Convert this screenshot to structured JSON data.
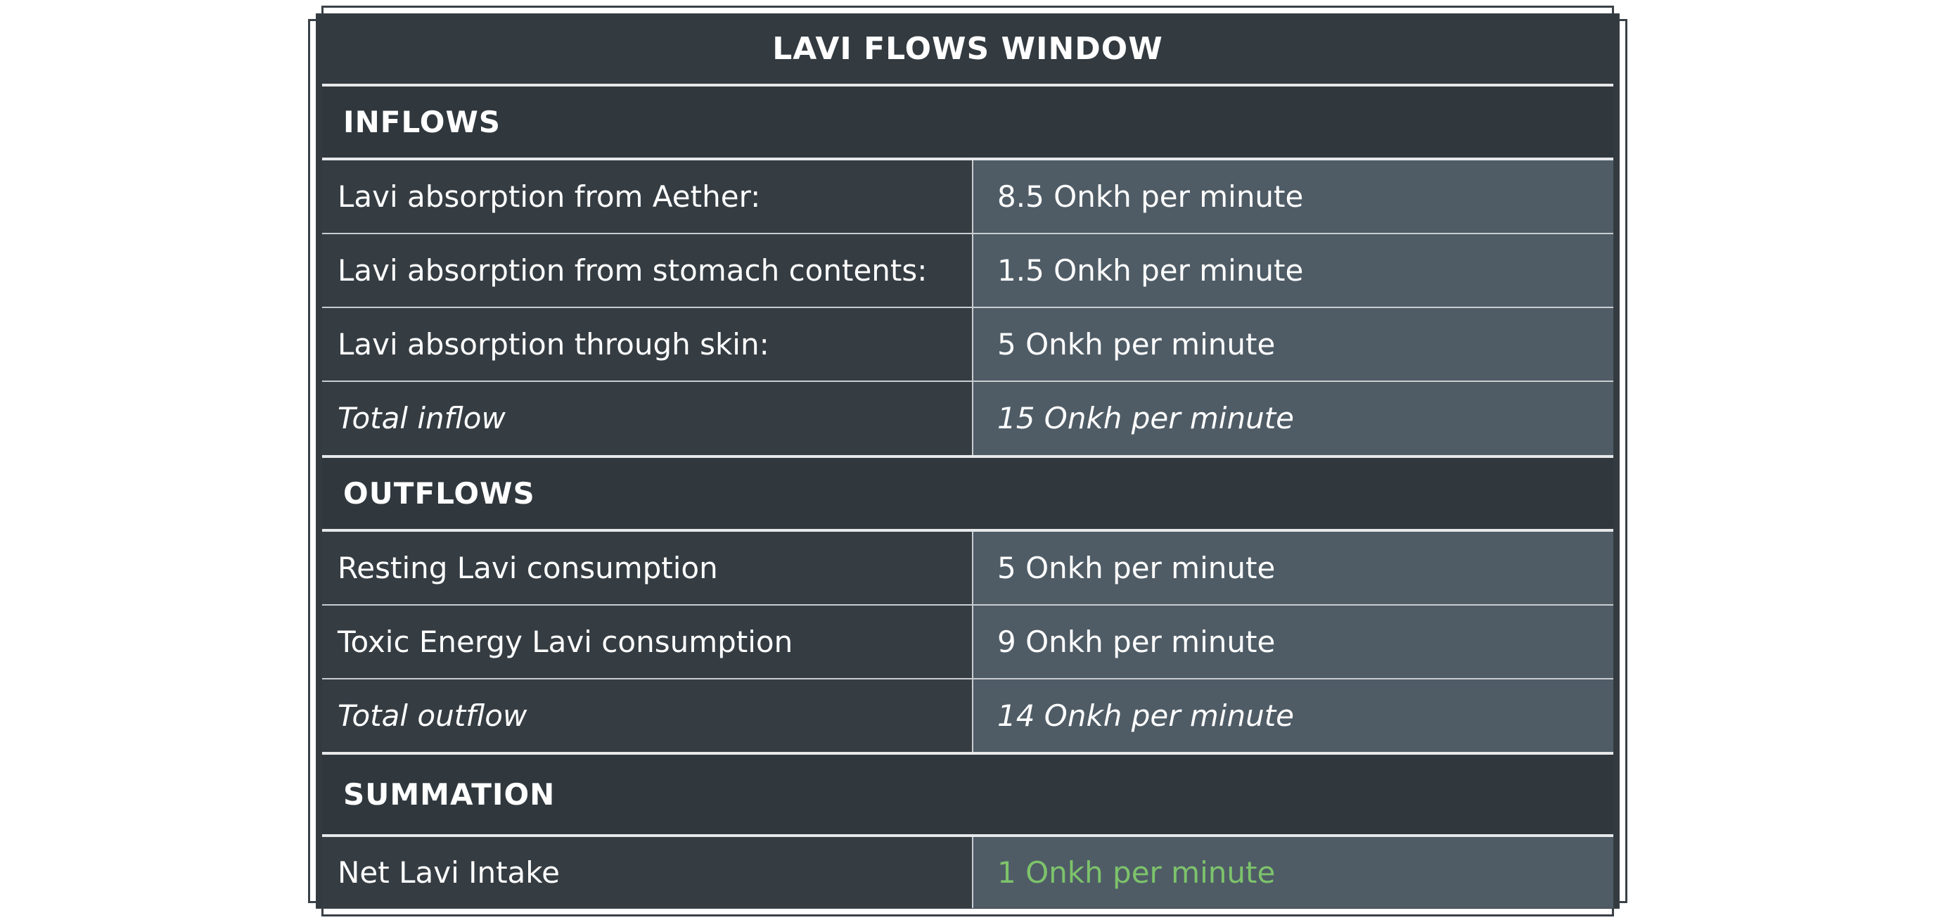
{
  "window": {
    "title": "LAVI FLOWS WINDOW"
  },
  "inflows": {
    "header": "INFLOWS",
    "rows": [
      {
        "label": "Lavi absorption from Aether:",
        "value": "8.5 Onkh per minute"
      },
      {
        "label": "Lavi absorption from stomach contents:",
        "value": "1.5 Onkh per minute"
      },
      {
        "label": "Lavi absorption through skin:",
        "value": "5 Onkh per minute"
      }
    ],
    "total": {
      "label": "Total inflow",
      "value": "15 Onkh per minute"
    }
  },
  "outflows": {
    "header": "OUTFLOWS",
    "rows": [
      {
        "label": "Resting Lavi consumption",
        "value": "5 Onkh per minute"
      },
      {
        "label": "Toxic Energy Lavi consumption",
        "value": "9 Onkh per minute"
      }
    ],
    "total": {
      "label": "Total outflow",
      "value": "14 Onkh per minute"
    }
  },
  "summation": {
    "header": "SUMMATION",
    "net": {
      "label": "Net Lavi Intake",
      "value": "1 Onkh per minute"
    }
  },
  "colors": {
    "background": "#333b41",
    "value_cell": "#4f5c66",
    "positive": "#7dc36b",
    "frame": "#3a4147"
  }
}
